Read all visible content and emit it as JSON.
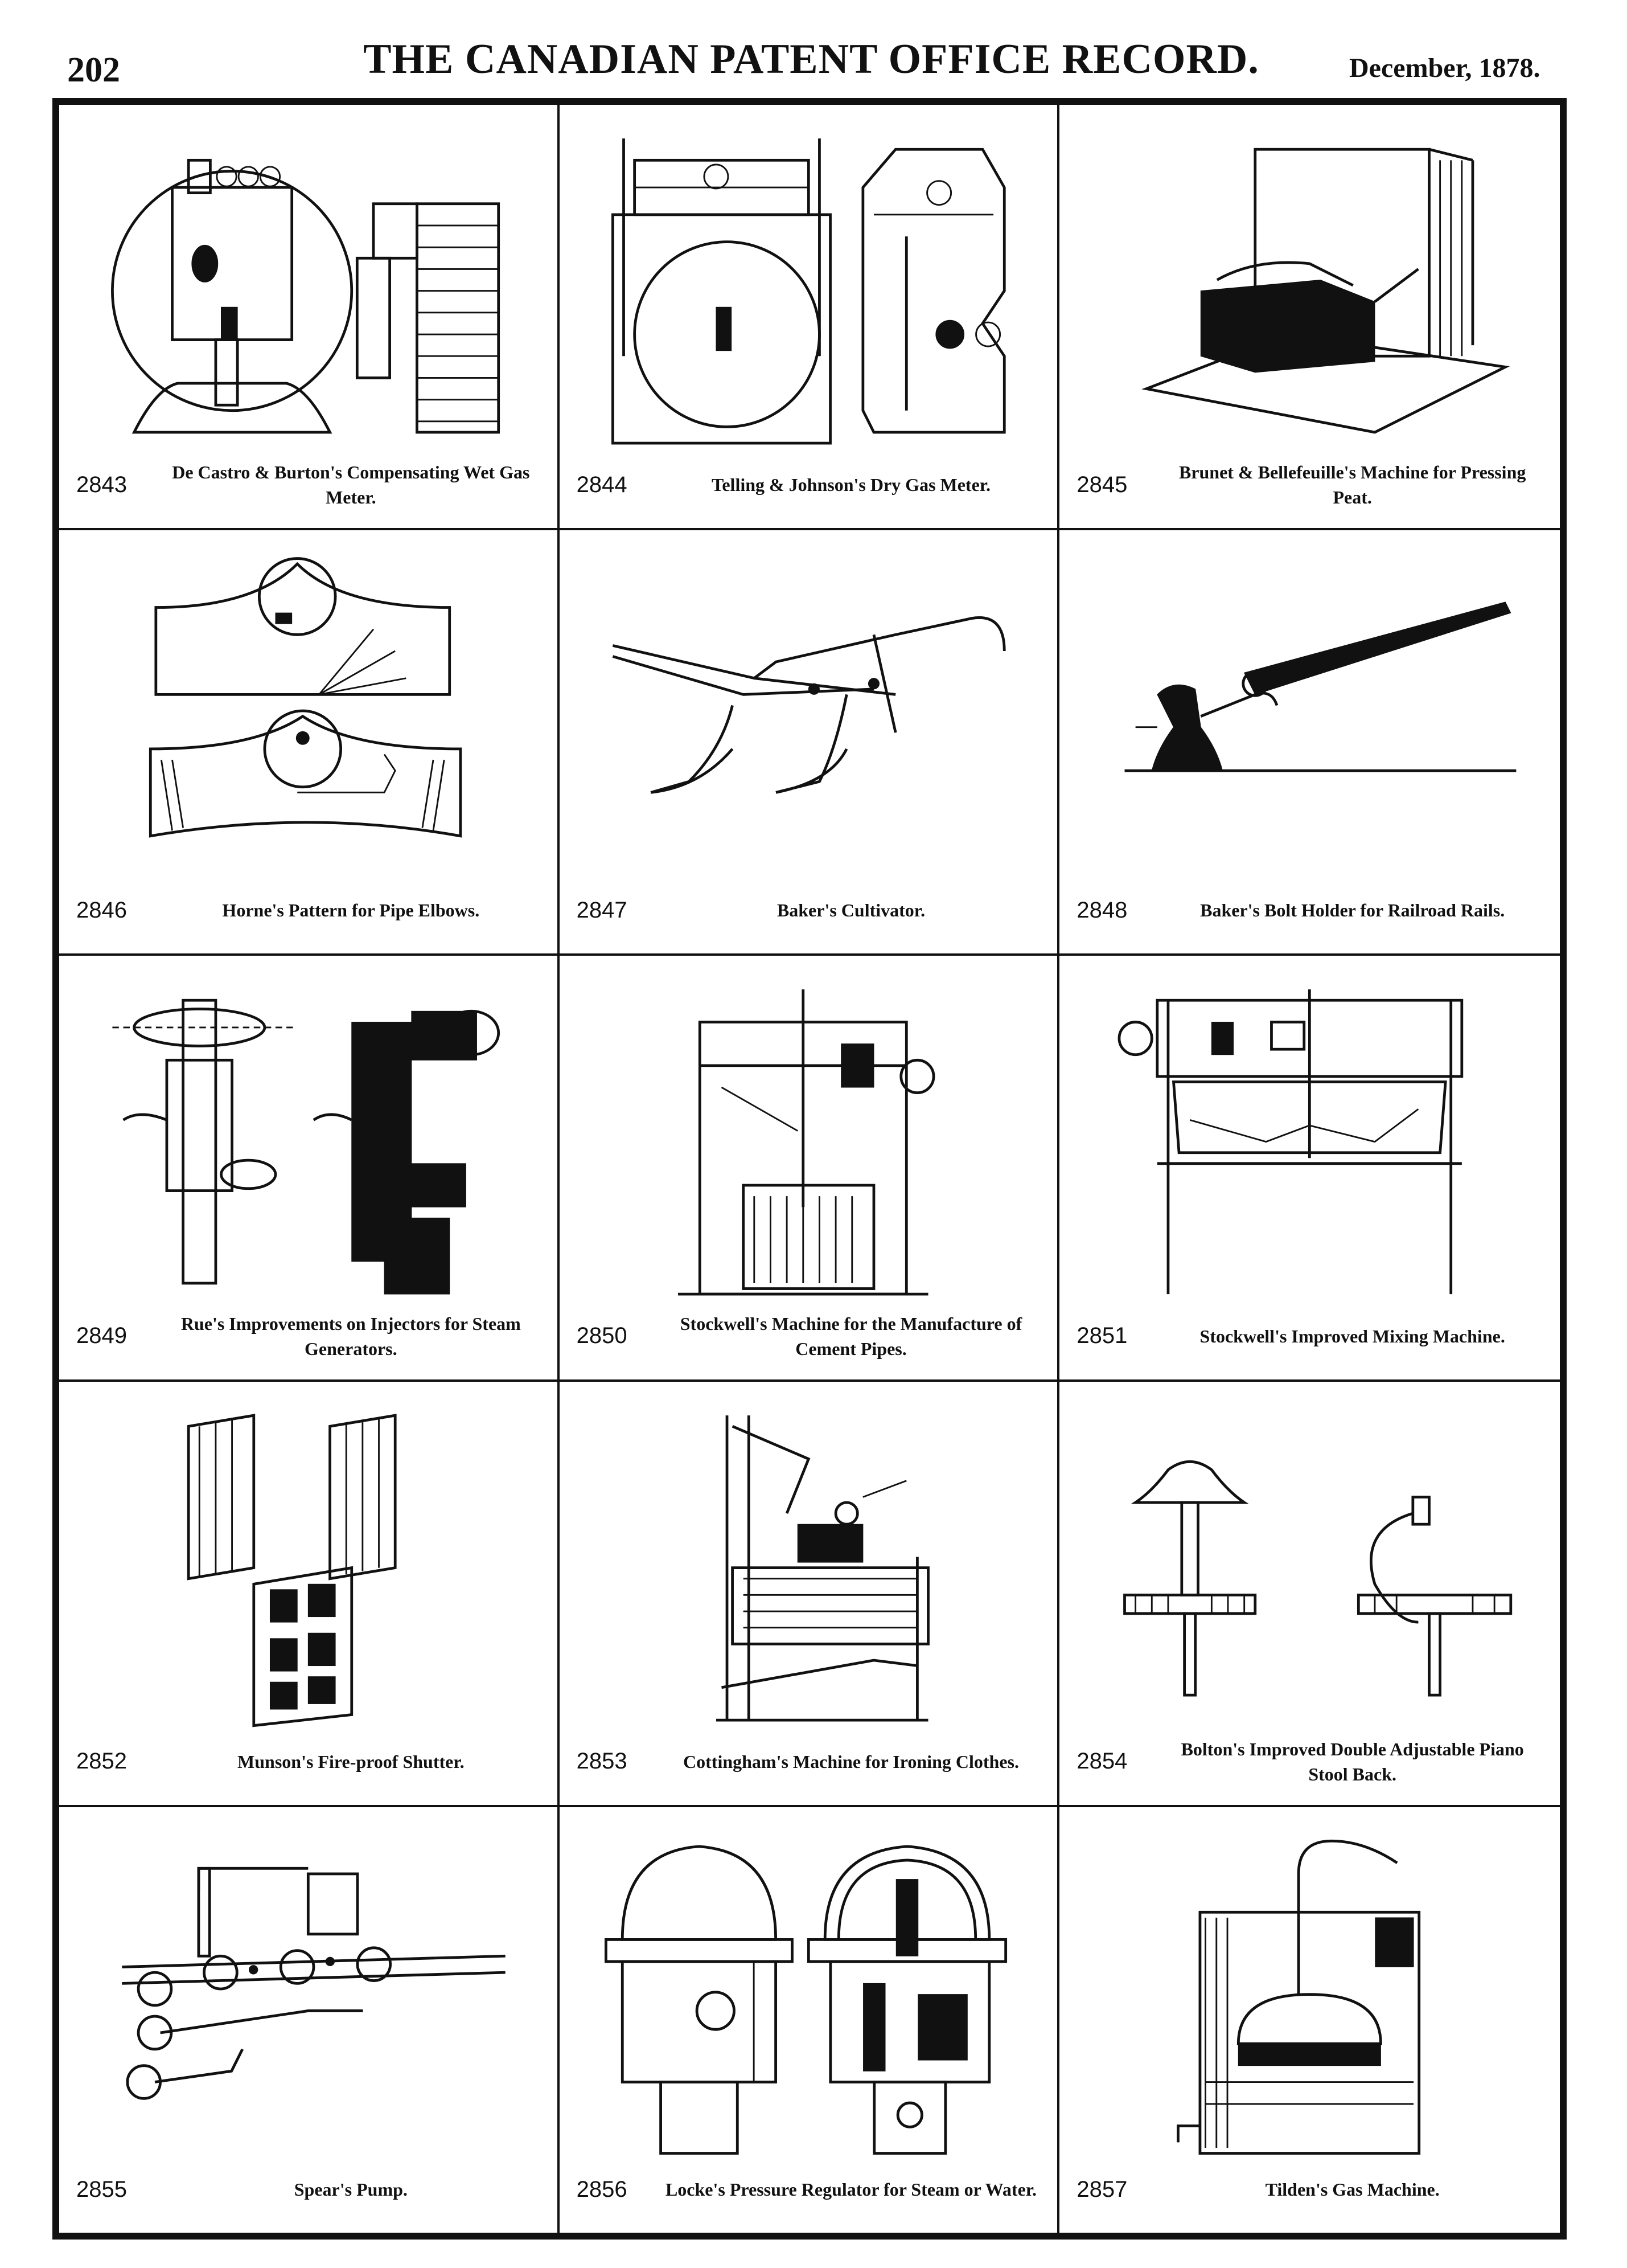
{
  "header": {
    "page_number": "202",
    "title": "THE CANADIAN PATENT OFFICE RECORD.",
    "date": "December, 1878."
  },
  "figures": [
    {
      "number": "2843",
      "caption": "De Castro & Burton's Compensating Wet Gas Meter.",
      "icon": "gas-meter-icon"
    },
    {
      "number": "2844",
      "caption": "Telling & Johnson's Dry Gas Meter.",
      "icon": "dry-gas-meter-icon"
    },
    {
      "number": "2845",
      "caption": "Brunet & Bellefeuille's Machine for Pressing Peat.",
      "icon": "peat-press-icon"
    },
    {
      "number": "2846",
      "caption": "Horne's Pattern for Pipe Elbows.",
      "icon": "pipe-elbow-pattern-icon"
    },
    {
      "number": "2847",
      "caption": "Baker's Cultivator.",
      "icon": "cultivator-icon"
    },
    {
      "number": "2848",
      "caption": "Baker's Bolt Holder for Railroad Rails.",
      "icon": "bolt-holder-icon"
    },
    {
      "number": "2849",
      "caption": "Rue's Improvements on Injectors for Steam Generators.",
      "icon": "injector-icon"
    },
    {
      "number": "2850",
      "caption": "Stockwell's Machine for the Manufacture of Cement Pipes.",
      "icon": "cement-pipe-machine-icon"
    },
    {
      "number": "2851",
      "caption": "Stockwell's Improved Mixing Machine.",
      "icon": "mixing-machine-icon"
    },
    {
      "number": "2852",
      "caption": "Munson's Fire-proof Shutter.",
      "icon": "fireproof-shutter-icon"
    },
    {
      "number": "2853",
      "caption": "Cottingham's Machine for Ironing Clothes.",
      "icon": "ironing-machine-icon"
    },
    {
      "number": "2854",
      "caption": "Bolton's Improved Double Adjustable Piano Stool Back.",
      "icon": "piano-stool-icon"
    },
    {
      "number": "2855",
      "caption": "Spear's Pump.",
      "icon": "pump-icon"
    },
    {
      "number": "2856",
      "caption": "Locke's Pressure Regulator for Steam or Water.",
      "icon": "pressure-regulator-icon"
    },
    {
      "number": "2857",
      "caption": "Tilden's Gas Machine.",
      "icon": "gas-machine-icon"
    }
  ]
}
